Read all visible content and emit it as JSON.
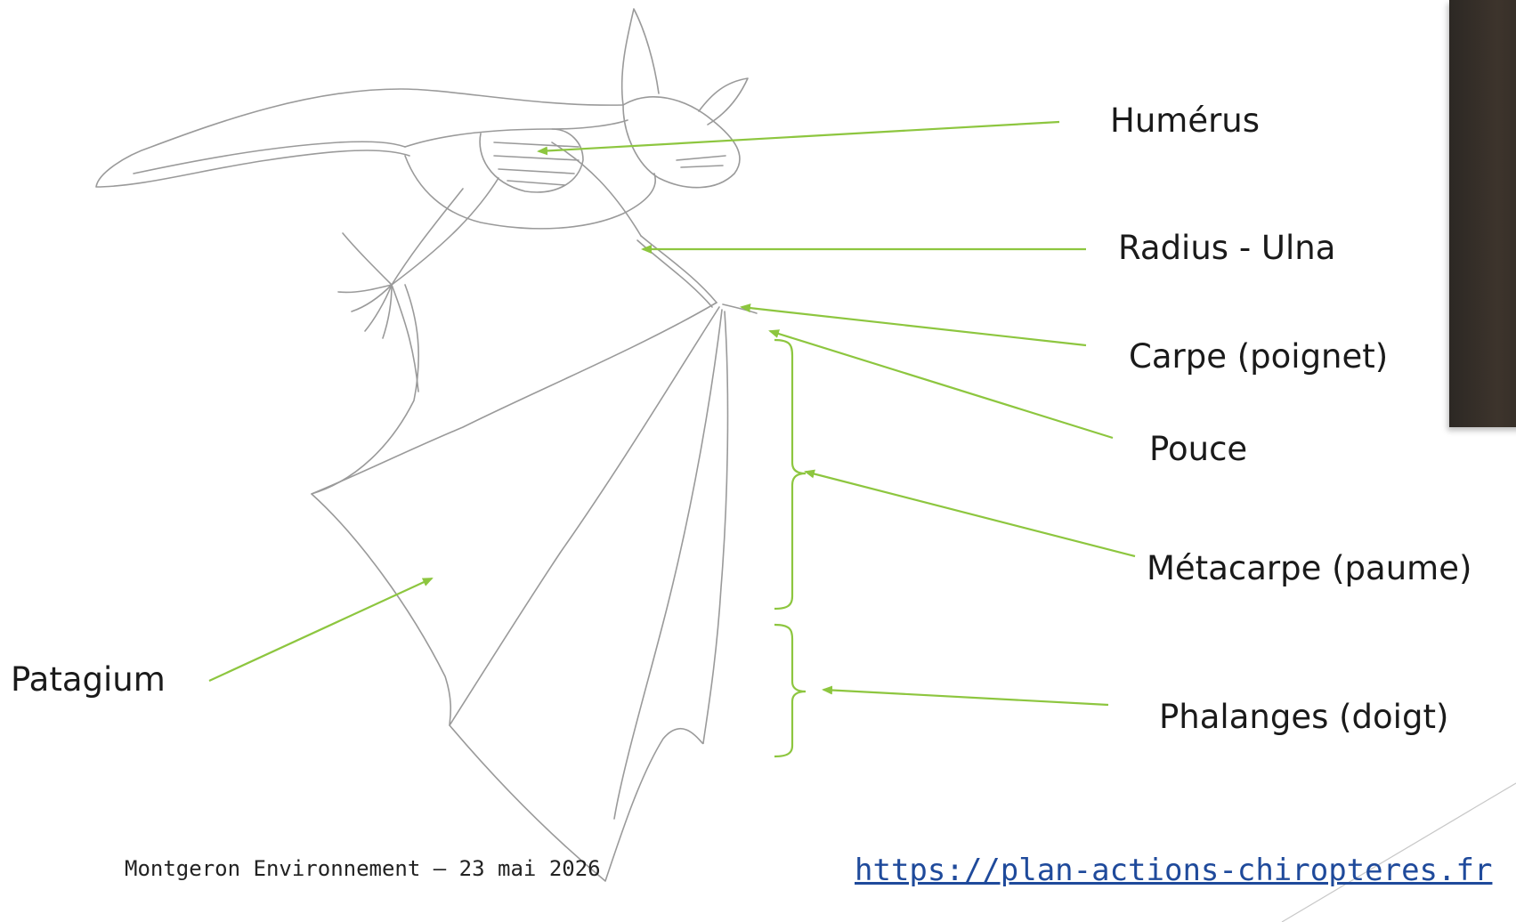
{
  "diagram": {
    "labels": {
      "humerus": "Humérus",
      "radius_ulna": "Radius - Ulna",
      "carpe": "Carpe (poignet)",
      "pouce": "Pouce",
      "metacarpe": "Métacarpe (paume)",
      "phalanges": "Phalanges (doigt)",
      "patagium": "Patagium"
    },
    "arrow_color": "#8dc63f",
    "outline_color": "#9a9a9a"
  },
  "footer": {
    "text": "Montgeron Environnement – 23 mai 2026",
    "link": "https://plan-actions-chiropteres.fr"
  },
  "colors": {
    "link": "#1f4a9b",
    "photo": "#3d342c"
  }
}
